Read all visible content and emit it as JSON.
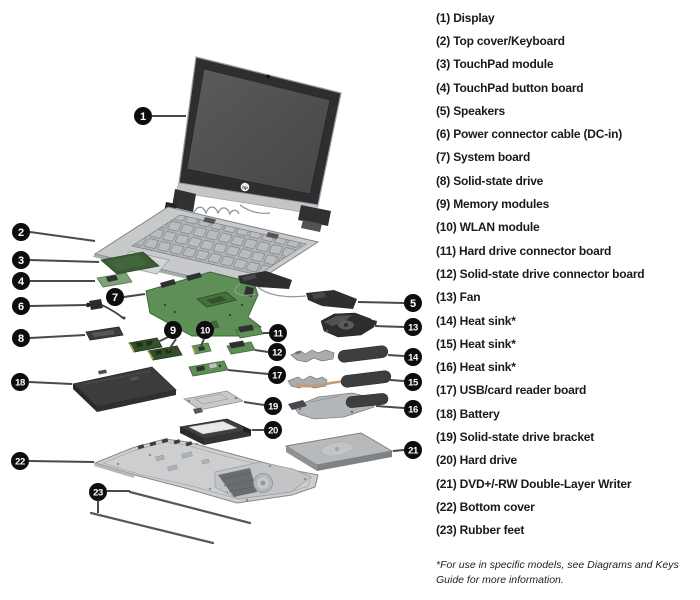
{
  "legend": {
    "items": [
      {
        "text": "(1) Display"
      },
      {
        "text": "(2) Top cover/Keyboard"
      },
      {
        "text": "(3) TouchPad module"
      },
      {
        "text": "(4) TouchPad button board"
      },
      {
        "text": "(5) Speakers"
      },
      {
        "text": "(6) Power connector cable (DC-in)"
      },
      {
        "text": "(7) System board"
      },
      {
        "text": "(8) Solid-state drive"
      },
      {
        "text": "(9) Memory modules"
      },
      {
        "text": "(10) WLAN module"
      },
      {
        "text": "(11) Hard drive connector board"
      },
      {
        "text": "(12) Solid-state drive connector board"
      },
      {
        "text": "(13) Fan"
      },
      {
        "text": "(14) Heat sink*"
      },
      {
        "text": "(15) Heat sink*"
      },
      {
        "text": "(16) Heat sink*"
      },
      {
        "text": "(17) USB/card reader board"
      },
      {
        "text": "(18) Battery"
      },
      {
        "text": "(19) Solid-state drive bracket"
      },
      {
        "text": "(20) Hard drive"
      },
      {
        "text": "(21) DVD+/-RW Double-Layer Writer"
      },
      {
        "text": "(22) Bottom cover"
      },
      {
        "text": "(23) Rubber feet"
      }
    ],
    "footnote": "*For use in specific models, see Diagrams and Keys Guide for more information."
  },
  "diagram": {
    "logo_text": "hp",
    "callouts": [
      {
        "n": "1"
      },
      {
        "n": "2"
      },
      {
        "n": "3"
      },
      {
        "n": "4"
      },
      {
        "n": "5"
      },
      {
        "n": "6"
      },
      {
        "n": "7"
      },
      {
        "n": "8"
      },
      {
        "n": "9"
      },
      {
        "n": "10"
      },
      {
        "n": "11"
      },
      {
        "n": "12"
      },
      {
        "n": "13"
      },
      {
        "n": "14"
      },
      {
        "n": "15"
      },
      {
        "n": "16"
      },
      {
        "n": "17"
      },
      {
        "n": "18"
      },
      {
        "n": "19"
      },
      {
        "n": "20"
      },
      {
        "n": "21"
      },
      {
        "n": "22"
      },
      {
        "n": "23"
      }
    ],
    "colors": {
      "callout": "#0d0d0d",
      "board_green": "#5d8f57",
      "dark_component": "#2c2e30",
      "metal_gray": "#c7c9ca",
      "copper_pipe": "#c59a72"
    }
  }
}
